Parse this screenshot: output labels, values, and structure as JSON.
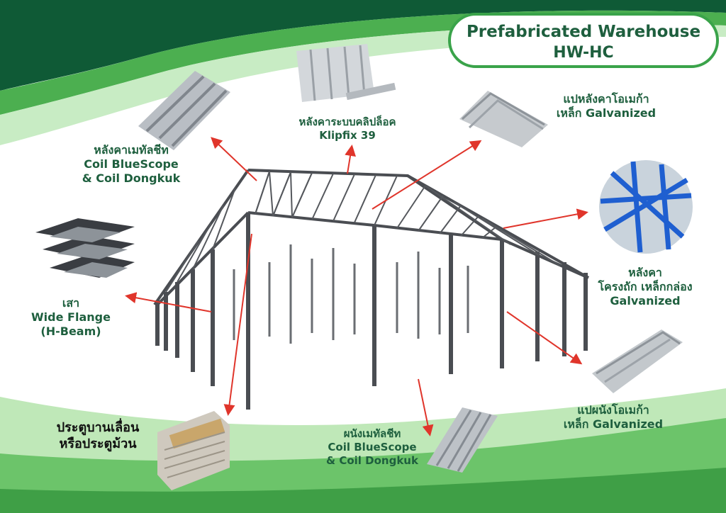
{
  "title": {
    "line1": "Prefabricated Warehouse",
    "line2": "HW-HC"
  },
  "labels": {
    "roof_metal": [
      "หลังคาเมทัลชีท",
      "Coil BlueScope",
      "& Coil Dongkuk"
    ],
    "klipfix": [
      "หลังคาระบบคลิปล็อค",
      "Klipfix 39"
    ],
    "roof_purlin": [
      "แปหลังคาโอเมก้า",
      "เหล็ก Galvanized"
    ],
    "roof_truss": [
      "หลังคา",
      "โครงถัก เหล็กกล่อง",
      "Galvanized"
    ],
    "column": [
      "เสา",
      "Wide Flange",
      "(H-Beam)"
    ],
    "door": [
      "ประตูบานเลื่อน",
      "หรือประตูม้วน"
    ],
    "wall_metal": [
      "ผนังเมทัลชีท",
      "Coil BlueScope",
      "& Coil Dongkuk"
    ],
    "wall_purlin": [
      "แปผนังโอเมก้า",
      "เหล็ก Galvanized"
    ]
  },
  "colors": {
    "brand_green": "#1e5f3e",
    "accent_green": "#3aa34a",
    "arrow_red": "#e0352b",
    "steel": "#4a4d52"
  }
}
